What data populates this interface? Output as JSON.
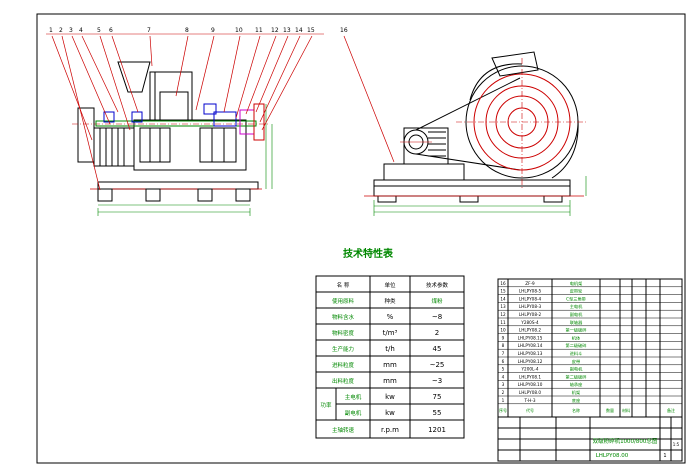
{
  "callouts": [
    "1",
    "2",
    "3",
    "4",
    "5",
    "6",
    "7",
    "8",
    "9",
    "10",
    "11",
    "12",
    "13",
    "14",
    "15",
    "16"
  ],
  "spec_table": {
    "title": "技术特性表",
    "header": [
      "名 称",
      "单位",
      "技术参数"
    ],
    "rows": [
      {
        "name": "使用原料",
        "unit": "种类",
        "value": "煤粉"
      },
      {
        "name": "物料含水",
        "unit": "%",
        "value": "~8"
      },
      {
        "name": "物料密度",
        "unit": "t/m³",
        "value": "2"
      },
      {
        "name": "生产能力",
        "unit": "t/h",
        "value": "45"
      },
      {
        "name": "进料粒度",
        "unit": "mm",
        "value": "~25"
      },
      {
        "name": "出料粒度",
        "unit": "mm",
        "value": "~3"
      }
    ],
    "power_group": "功率",
    "power_rows": [
      {
        "sub": "主电机",
        "unit": "kw",
        "value": "75"
      },
      {
        "sub": "副电机",
        "unit": "kw",
        "value": "55"
      }
    ],
    "speed_row": {
      "name": "主轴转速",
      "unit": "r.p.m",
      "value": "1201"
    }
  },
  "parts_list": {
    "rows": [
      {
        "no": "16",
        "code": "ZF-9",
        "name": "电机架"
      },
      {
        "no": "15",
        "code": "LHLPY08-5",
        "name": "皮带轮"
      },
      {
        "no": "14",
        "code": "LHLPY08-4",
        "name": "C型三角带"
      },
      {
        "no": "13",
        "code": "LHLPY08-3",
        "name": "主电机"
      },
      {
        "no": "12",
        "code": "LHLPY08-2",
        "name": "副电机"
      },
      {
        "no": "11",
        "code": "Y280S-4",
        "name": "联轴器"
      },
      {
        "no": "10",
        "code": "LHLPY08.2",
        "name": "第一级破碎"
      },
      {
        "no": "9",
        "code": "LHLPY08.15",
        "name": "机体"
      },
      {
        "no": "8",
        "code": "LHLPY08.14",
        "name": "第二级破碎"
      },
      {
        "no": "7",
        "code": "LHLPY08.13",
        "name": "进料斗"
      },
      {
        "no": "6",
        "code": "LHLPY08.12",
        "name": "皮带"
      },
      {
        "no": "5",
        "code": "Y200L-4",
        "name": "副电机"
      },
      {
        "no": "4",
        "code": "LHLPY08.1",
        "name": "第二级破碎"
      },
      {
        "no": "3",
        "code": "LHLPY08.10",
        "name": "轴承座"
      },
      {
        "no": "2",
        "code": "LHLPY08.0",
        "name": "机架"
      },
      {
        "no": "1",
        "code": "T-H-3",
        "name": "底座"
      }
    ],
    "header": [
      "序号",
      "代号",
      "名称",
      "数量",
      "材料",
      "备注"
    ]
  },
  "title_block": {
    "drawing_name": "双级粉碎机1000/800总图",
    "drawing_no": "LHLPY08.00",
    "sheet": "1",
    "scale": "1:5"
  },
  "colors": {
    "frame": "#000000",
    "drawing_red": "#cc0000",
    "drawing_dark": "#000000",
    "green": "#008800",
    "blue": "#0000cc",
    "magenta": "#cc00cc"
  }
}
